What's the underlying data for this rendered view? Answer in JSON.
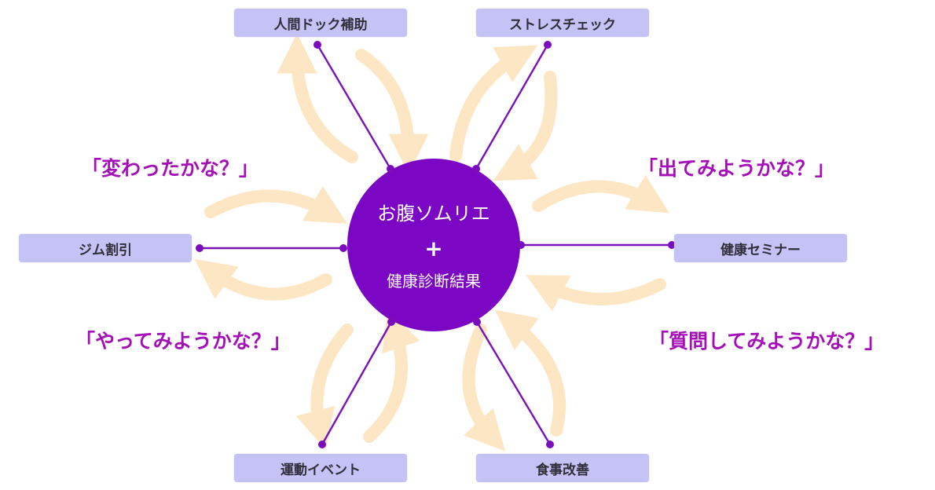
{
  "center": {
    "title": "お腹ソムリエ",
    "plus": "+",
    "subtitle": "健康診断結果"
  },
  "nodes": [
    {
      "id": "kenko-seminar",
      "label": "健康セミナー"
    },
    {
      "id": "shokuji",
      "label": "食事改善"
    },
    {
      "id": "undo",
      "label": "運動イベント"
    },
    {
      "id": "gym",
      "label": "ジム割引"
    },
    {
      "id": "ningen-dock",
      "label": "人間ドック補助"
    },
    {
      "id": "stress",
      "label": "ストレスチェック"
    }
  ],
  "phrases": [
    {
      "text": "「変わったかな？」"
    },
    {
      "text": "「出てみようかな？」"
    },
    {
      "text": "「やってみようかな？」"
    },
    {
      "text": "「質問してみようかな？」"
    }
  ],
  "colors": {
    "center_fill": "#7b06c3",
    "line": "#7b12b8",
    "dot": "#7a0cbd",
    "node_fill": "#c5c2f6",
    "node_text": "#2f2f3a",
    "phrase_text": "#a40fb8",
    "arrow_fill": "#fde6c4"
  }
}
